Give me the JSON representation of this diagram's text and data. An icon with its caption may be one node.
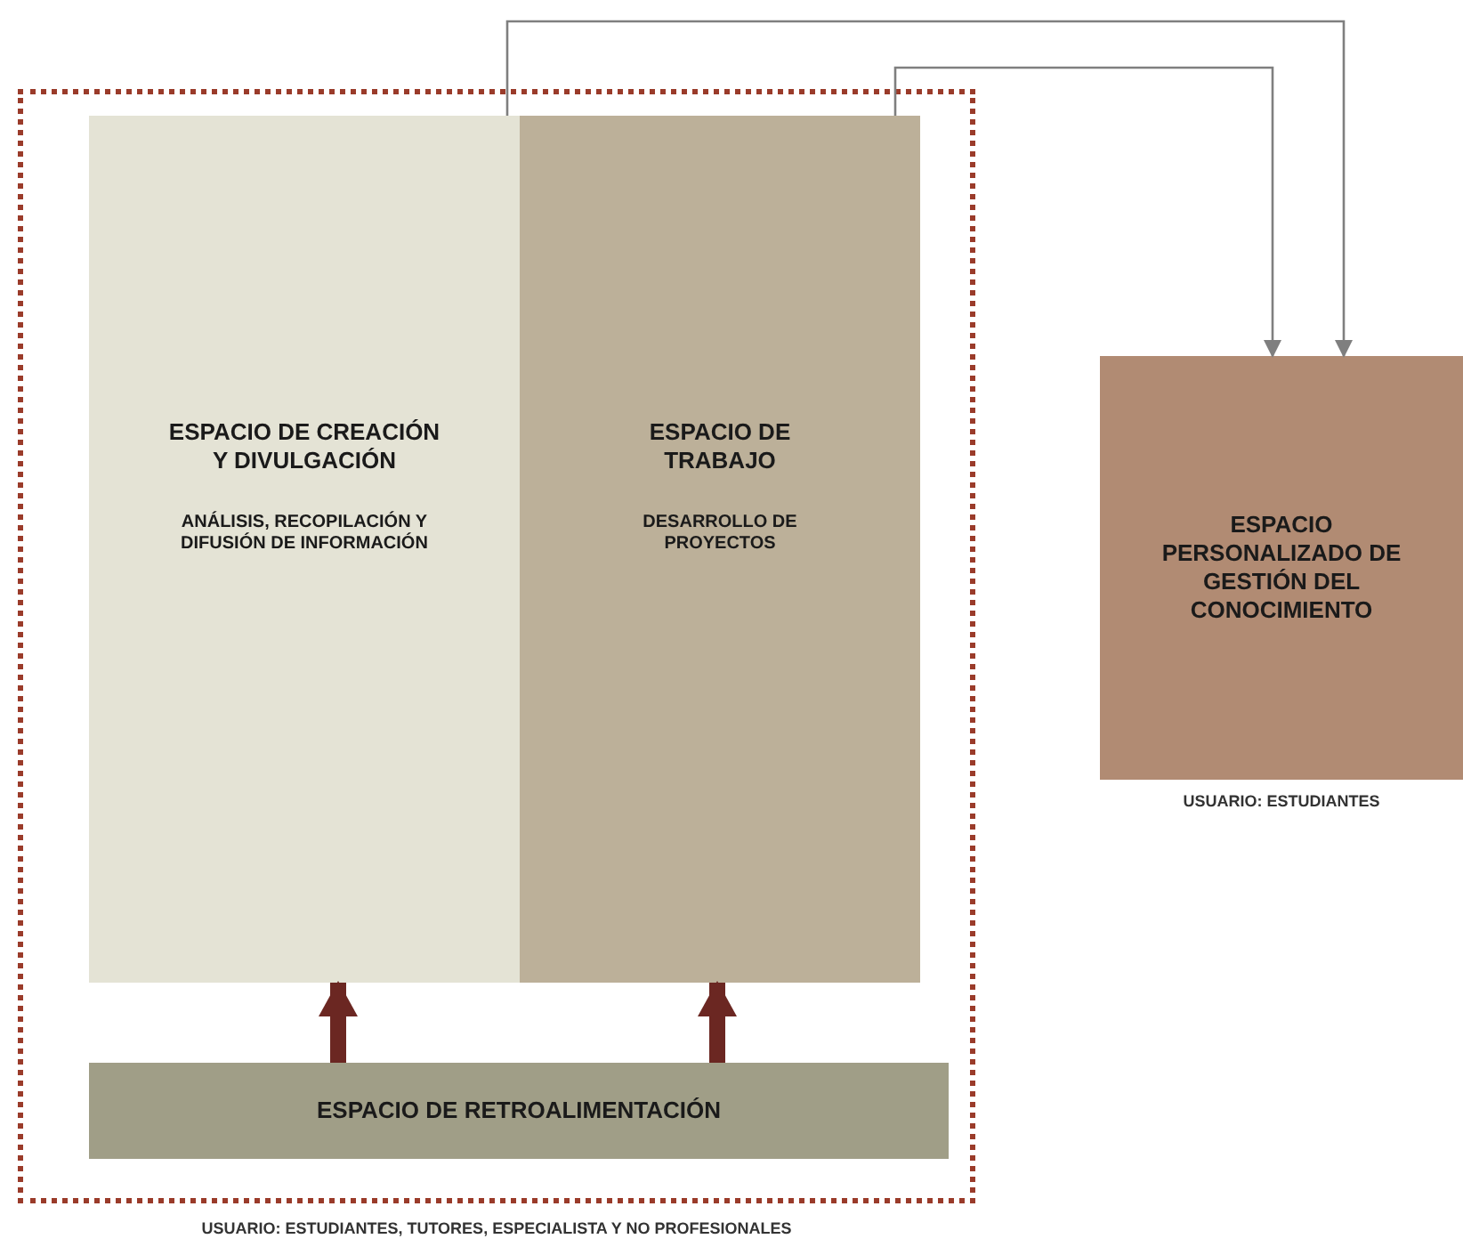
{
  "diagram": {
    "nodes": [
      {
        "text": [],
        "shape": "box",
        "beside": [
          "USUARIO: ESTUDIANTES, TUTORES, ESPECIALISTA Y NO PROFESIONALES"
        ]
      },
      {
        "text": [
          "ESPACIO DE CREACIÓN Y DIVULGACIÓN",
          "ANÁLISIS, RECOPILACIÓN Y DIFUSIÓN DE INFORMACIÓN"
        ],
        "in": 0
      },
      {
        "text": [
          "ESPACIO DE TRABAJO",
          "DESARROLLO DE PROYECTOS"
        ],
        "in": 0
      },
      {
        "text": [
          "ESPACIO DE RETROALIMENTACIÓN"
        ],
        "in": 0
      },
      {
        "text": [
          "ESPACIO PERSONALIZADO DE GESTIÓN DEL CONOCIMIENTO"
        ],
        "beside": [
          "USUARIO: ESTUDIANTES"
        ]
      }
    ],
    "edges": [
      {
        "from": 1,
        "to": 4,
        "arrow": "to"
      },
      {
        "from": 2,
        "to": 4,
        "arrow": "to"
      },
      {
        "from": 3,
        "to": 1,
        "arrow": "to",
        "style": "thick",
        "color": "#6b2722"
      },
      {
        "from": 3,
        "to": 2,
        "arrow": "to",
        "style": "thick",
        "color": "#6b2722"
      }
    ]
  }
}
